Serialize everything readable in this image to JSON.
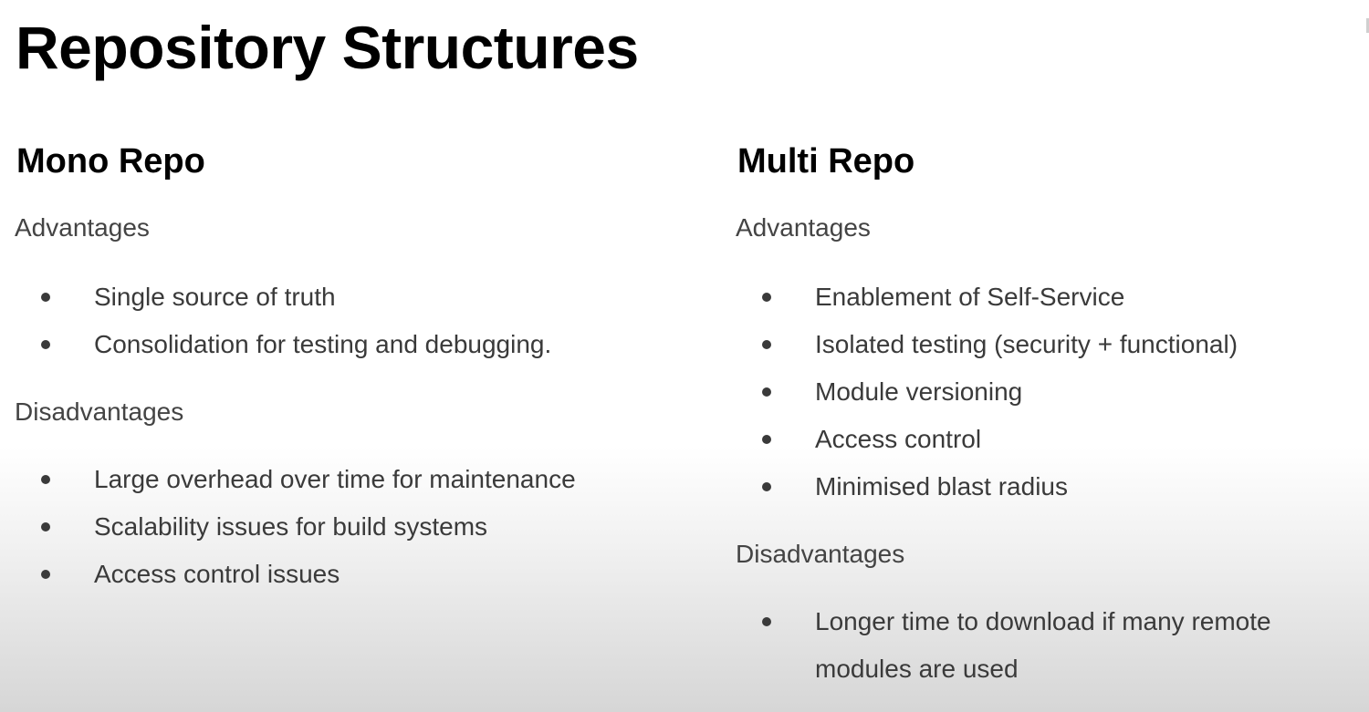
{
  "slide": {
    "title": "Repository Structures",
    "columns": [
      {
        "heading": "Mono Repo",
        "advantages_label": "Advantages",
        "advantages": [
          "Single source of truth",
          "Consolidation for testing and debugging."
        ],
        "disadvantages_label": "Disadvantages",
        "disadvantages": [
          "Large overhead over time for maintenance",
          "Scalability issues for build systems",
          "Access control issues"
        ]
      },
      {
        "heading": "Multi Repo",
        "advantages_label": "Advantages",
        "advantages": [
          "Enablement of Self-Service",
          "Isolated testing (security + functional)",
          "Module versioning",
          "Access control",
          "Minimised blast radius"
        ],
        "disadvantages_label": "Disadvantages",
        "disadvantages": [
          {
            "line1": "Longer time to download if many remote",
            "line2": "modules are used"
          }
        ]
      }
    ]
  },
  "colors": {
    "heading": "#000000",
    "label": "#444444",
    "body_text": "#3a3a3a",
    "background_top": "#ffffff",
    "background_bottom": "#d6d6d6"
  }
}
